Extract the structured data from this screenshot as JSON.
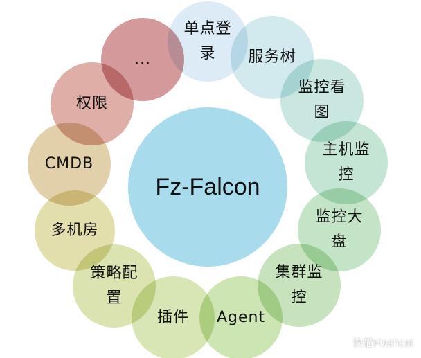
{
  "center": {
    "label": "Fz-Falcon",
    "color": "#a8dced"
  },
  "petals": [
    {
      "label": "单点登\n录",
      "color": "#dcebf5"
    },
    {
      "label": "服务树",
      "color": "#d2e9ee"
    },
    {
      "label": "监控看\n图",
      "color": "#c9e7e0"
    },
    {
      "label": "主机监\n控",
      "color": "#c4e5d3"
    },
    {
      "label": "监控大\n盘",
      "color": "#c4e4c7"
    },
    {
      "label": "集群监\n控",
      "color": "#c6e3bd"
    },
    {
      "label": "Agent",
      "color": "#cde4b3"
    },
    {
      "label": "插件",
      "color": "#d7e6b4"
    },
    {
      "label": "策略配\n置",
      "color": "#dbe3b0"
    },
    {
      "label": "多机房",
      "color": "#e3dfad"
    },
    {
      "label": "CMDB",
      "color": "#e2d0ab"
    },
    {
      "label": "权限",
      "color": "#deaea7"
    },
    {
      "label": "...",
      "color": "#d4999b"
    }
  ],
  "watermark": {
    "text": "快猫Flashcat",
    "icon": "wechat-icon"
  }
}
